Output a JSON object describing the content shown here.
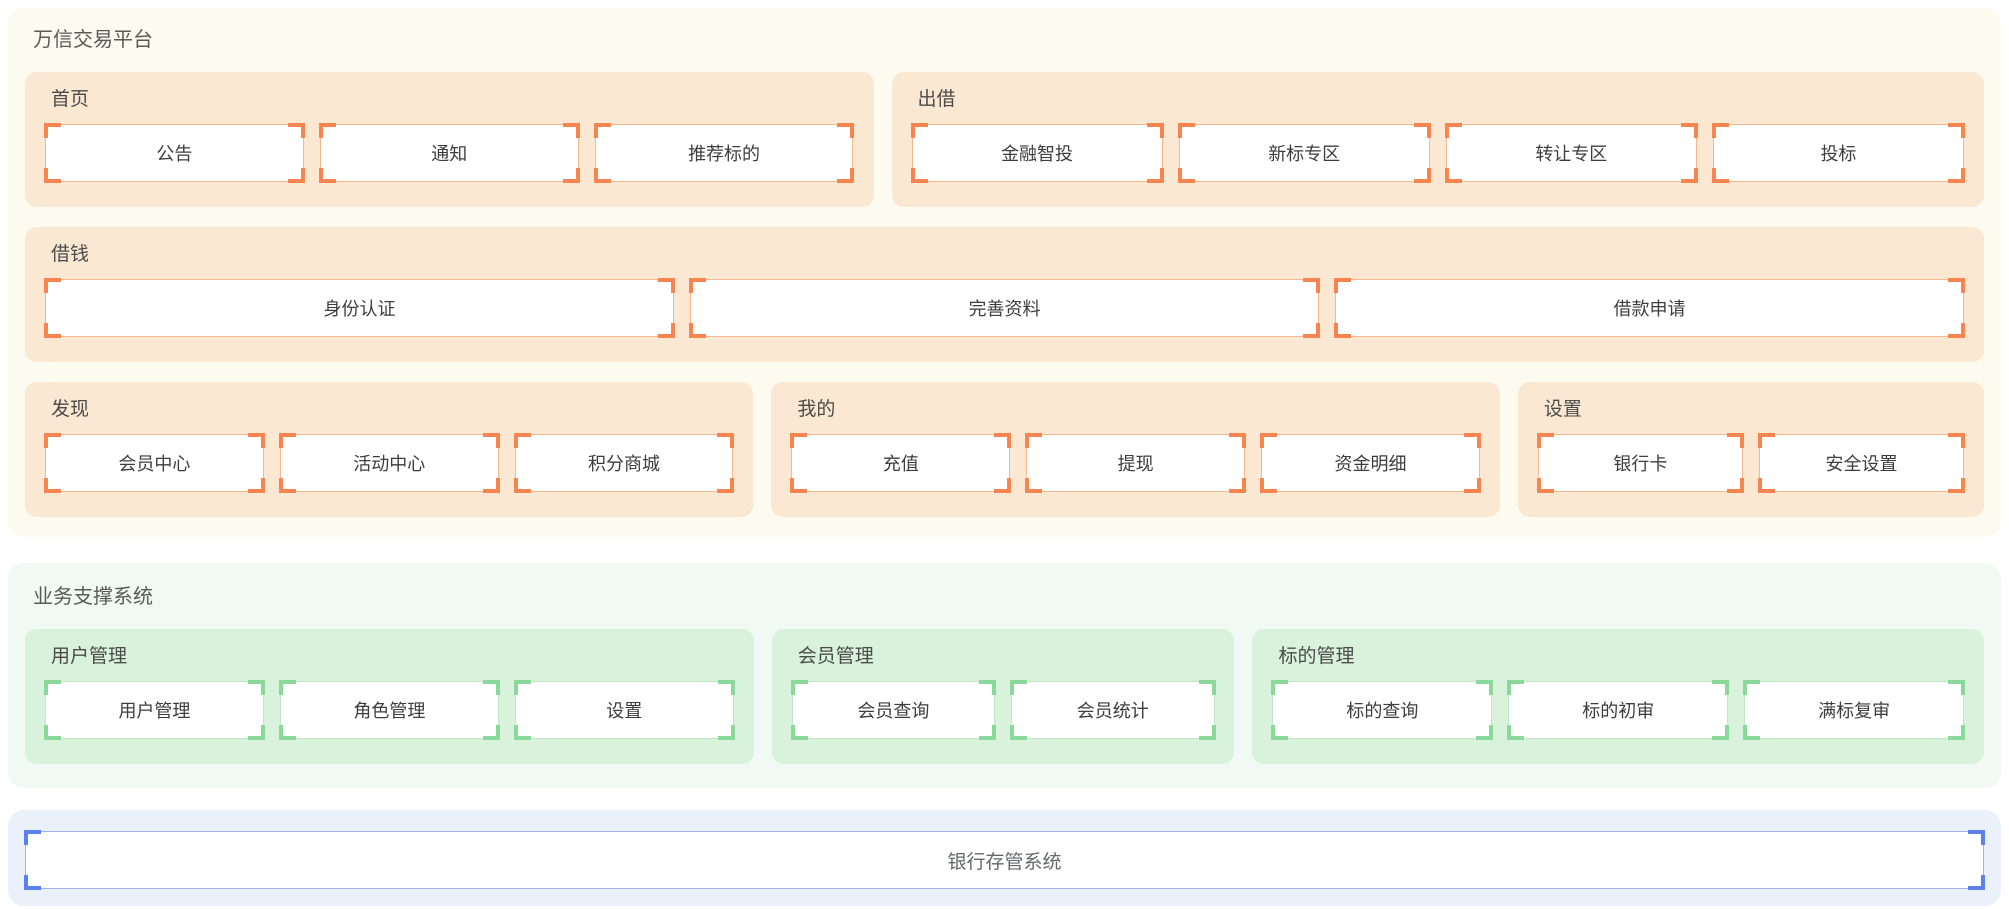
{
  "sections": [
    {
      "key": "trade-platform",
      "title": "万信交易平台",
      "theme": {
        "name": "orange",
        "accent": "#F8854F",
        "box_border": "#F5B78E",
        "group_bg": "#FAE8D3",
        "section_bg": "#FDFAF0"
      },
      "rows": [
        {
          "groups": [
            {
              "key": "home",
              "title": "首页",
              "weight": 845,
              "boxes": [
                {
                  "key": "announcement",
                  "label": "公告"
                },
                {
                  "key": "notice",
                  "label": "通知"
                },
                {
                  "key": "recommended-loans",
                  "label": "推荐标的"
                }
              ]
            },
            {
              "key": "lend",
              "title": "出借",
              "weight": 1100,
              "boxes": [
                {
                  "key": "smart-invest",
                  "label": "金融智投"
                },
                {
                  "key": "new-loan-zone",
                  "label": "新标专区"
                },
                {
                  "key": "transfer-zone",
                  "label": "转让专区"
                },
                {
                  "key": "bid",
                  "label": "投标"
                }
              ]
            }
          ]
        },
        {
          "groups": [
            {
              "key": "borrow",
              "title": "借钱",
              "weight": 1960,
              "boxes": [
                {
                  "key": "identity-verification",
                  "label": "身份认证"
                },
                {
                  "key": "complete-profile",
                  "label": "完善资料"
                },
                {
                  "key": "loan-application",
                  "label": "借款申请"
                }
              ]
            }
          ]
        },
        {
          "groups": [
            {
              "key": "discover",
              "title": "发现",
              "weight": 735,
              "boxes": [
                {
                  "key": "member-center",
                  "label": "会员中心"
                },
                {
                  "key": "activity-center",
                  "label": "活动中心"
                },
                {
                  "key": "points-mall",
                  "label": "积分商城"
                }
              ]
            },
            {
              "key": "mine",
              "title": "我的",
              "weight": 735,
              "boxes": [
                {
                  "key": "recharge",
                  "label": "充值"
                },
                {
                  "key": "withdraw",
                  "label": "提现"
                },
                {
                  "key": "funds-detail",
                  "label": "资金明细"
                }
              ]
            },
            {
              "key": "settings",
              "title": "设置",
              "weight": 455,
              "boxes": [
                {
                  "key": "bank-card",
                  "label": "银行卡"
                },
                {
                  "key": "security-settings",
                  "label": "安全设置"
                }
              ]
            }
          ]
        }
      ]
    },
    {
      "key": "support-system",
      "title": "业务支撑系统",
      "theme": {
        "name": "green",
        "accent": "#8BD89B",
        "box_border": "#BFE7C6",
        "group_bg": "#D8F2DC",
        "section_bg": "#F0F9F3"
      },
      "rows": [
        {
          "groups": [
            {
              "key": "user-management",
              "title": "用户管理",
              "weight": 733,
              "boxes": [
                {
                  "key": "user-management",
                  "label": "用户管理"
                },
                {
                  "key": "role-management",
                  "label": "角色管理"
                },
                {
                  "key": "settings",
                  "label": "设置"
                }
              ]
            },
            {
              "key": "member-management",
              "title": "会员管理",
              "weight": 450,
              "boxes": [
                {
                  "key": "member-query",
                  "label": "会员查询"
                },
                {
                  "key": "member-stats",
                  "label": "会员统计"
                }
              ]
            },
            {
              "key": "loan-management",
              "title": "标的管理",
              "weight": 736,
              "boxes": [
                {
                  "key": "loan-query",
                  "label": "标的查询"
                },
                {
                  "key": "loan-first-review",
                  "label": "标的初审"
                },
                {
                  "key": "full-loan-review",
                  "label": "满标复审"
                }
              ]
            }
          ]
        }
      ]
    },
    {
      "key": "bank-depository",
      "title": "",
      "theme": {
        "name": "blue",
        "accent": "#5B80F0",
        "box_border": "#9FB3E8",
        "group_bg": "",
        "section_bg": "#EAF1FA"
      },
      "rows": [
        {
          "groups": [
            {
              "key": "bank",
              "title": "",
              "weight": 1960,
              "bare": true,
              "boxes": [
                {
                  "key": "bank-depository-system",
                  "label": "银行存管系统"
                }
              ]
            }
          ]
        }
      ]
    }
  ]
}
